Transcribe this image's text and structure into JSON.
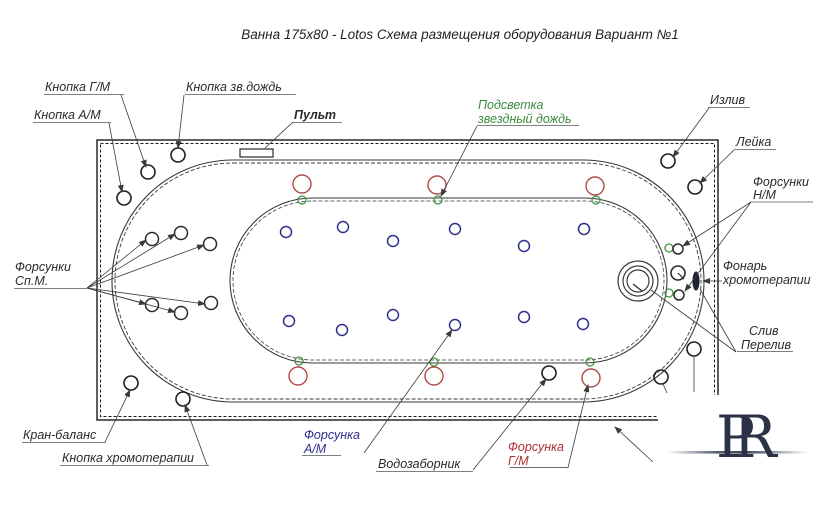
{
  "title": "Ванна 175х80 - Lotos Схема размещения оборудования Вариант №1",
  "labels": {
    "knopka_gm": "Кнопка Г/М",
    "knopka_am": "Кнопка А/М",
    "knopka_zv_dozhd": "Кнопка зв.дождь",
    "pult": "Пульт",
    "podsvetka_line1": "Подсветка",
    "podsvetka_line2": "звездный дождь",
    "izliv": "Излив",
    "leika": "Лейка",
    "forsunki_nm_line1": "Форсунки",
    "forsunki_nm_line2": "Н/М",
    "fonar_line1": "Фонарь",
    "fonar_line2": "хромотерапии",
    "sliv_line1": "Слив",
    "sliv_line2": "Перелив",
    "forsunki_spm_line1": "Форсунки",
    "forsunki_spm_line2": "Сп.М.",
    "kran_balans": "Кран-баланс",
    "knopka_hromoterapii": "Кнопка хромотерапии",
    "forsunka_am_line1": "Форсунка",
    "forsunka_am_line2": "А/М",
    "vodozabornik": "Водозаборник",
    "forsunka_gm_line1": "Форсунка",
    "forsunka_gm_line2": "Г/М",
    "logo_p": "P",
    "logo_r": "R"
  },
  "colors": {
    "line": "#3a3a3a",
    "deck_border": "#1a1a1a",
    "red_jet": "#b14a4a",
    "green_light": "#3f9440",
    "blue_jet": "#2f2f8f",
    "label_green": "#3c8a3c",
    "label_blue": "#2f2f8f",
    "label_red": "#b03030",
    "logo": "#2b3246"
  }
}
